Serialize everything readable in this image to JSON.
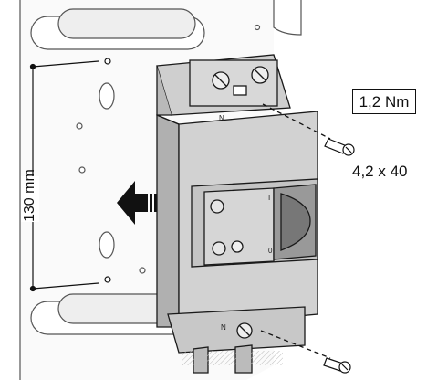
{
  "labels": {
    "torque": "1,2 Nm",
    "screw_size": "4,2 x 40",
    "mounting_distance": "130 mm"
  },
  "device_markings": {
    "top_terminal": "N",
    "bottom_terminal": "N",
    "switch_on": "I",
    "switch_off": "0"
  },
  "colors": {
    "line": "#1a1a1a",
    "device_fill": "#c9c9c9",
    "device_dark": "#9a9a9a",
    "panel_fill": "#f2f2f2",
    "arrow": "#111111"
  },
  "icons": {
    "mount_arrow": "arrow-left-icon",
    "screw": "screw-icon"
  }
}
